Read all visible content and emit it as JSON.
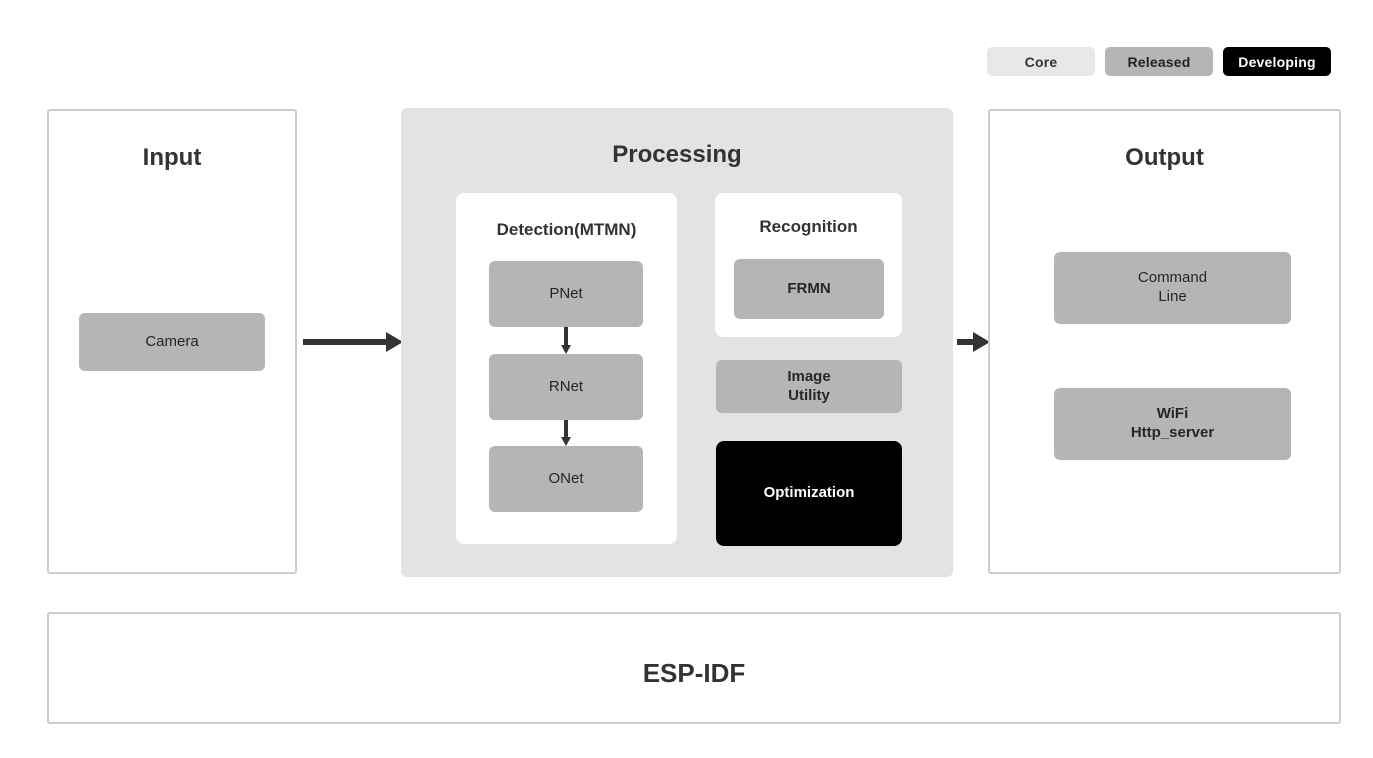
{
  "legend": {
    "items": [
      {
        "label": "Core",
        "color": "#e8e8e8"
      },
      {
        "label": "Released",
        "color": "#b5b5b5"
      },
      {
        "label": "Developing",
        "color": "#000000"
      }
    ]
  },
  "panels": {
    "input": {
      "title": "Input",
      "nodes": [
        {
          "label": "Camera",
          "status": "Released"
        }
      ]
    },
    "processing": {
      "title": "Processing",
      "detection": {
        "title": "Detection(MTMN)",
        "nodes": [
          {
            "label": "PNet",
            "status": "Released"
          },
          {
            "label": "RNet",
            "status": "Released"
          },
          {
            "label": "ONet",
            "status": "Released"
          }
        ]
      },
      "recognition": {
        "title": "Recognition",
        "nodes": [
          {
            "label": "FRMN",
            "status": "Released"
          }
        ]
      },
      "extras": [
        {
          "label_line1": "Image",
          "label_line2": "Utility",
          "status": "Released"
        },
        {
          "label": "Optimization",
          "status": "Developing"
        }
      ]
    },
    "output": {
      "title": "Output",
      "nodes": [
        {
          "label_line1": "Command",
          "label_line2": "Line",
          "status": "Released"
        },
        {
          "label_line1": "WiFi",
          "label_line2": "Http_server",
          "status": "Released"
        }
      ]
    },
    "base": {
      "title": "ESP-IDF"
    }
  }
}
